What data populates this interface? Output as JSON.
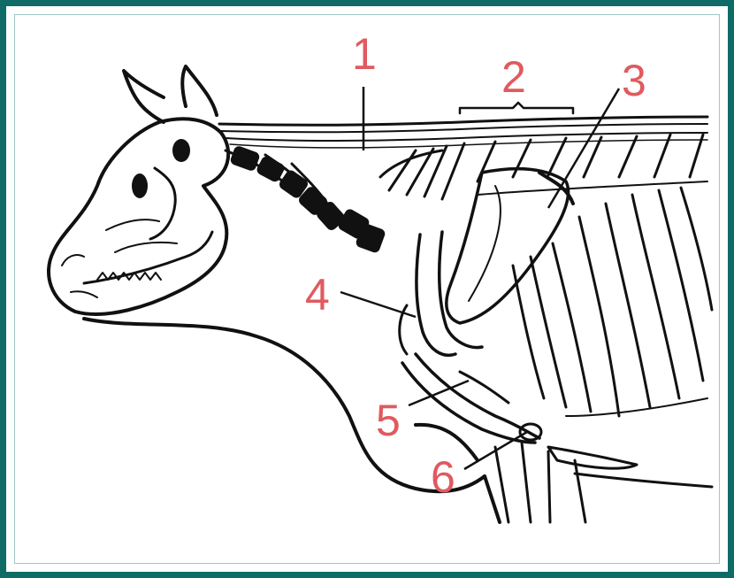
{
  "figure": {
    "colors": {
      "border": "#0f6b66",
      "callout_numbers": "#e05a5f",
      "ink": "#111111",
      "background": "#ffffff"
    },
    "callouts": [
      {
        "number": "1"
      },
      {
        "number": "2"
      },
      {
        "number": "3"
      },
      {
        "number": "4"
      },
      {
        "number": "5"
      },
      {
        "number": "6"
      }
    ]
  }
}
